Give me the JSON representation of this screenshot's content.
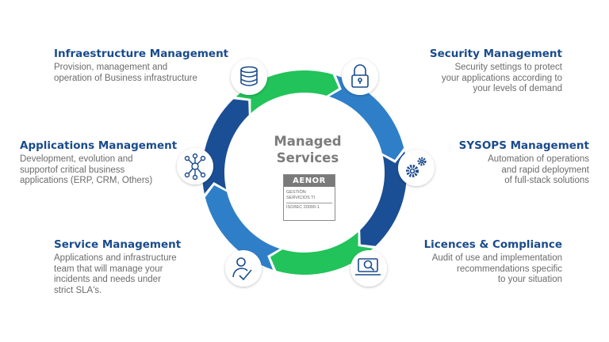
{
  "center": {
    "line1": "Managed",
    "line2": "Services"
  },
  "certification": {
    "brand": "AENOR",
    "line1": "GESTIÓN",
    "line2": "SERVICIOS TI",
    "line3": "ISO/IEC 20000-1"
  },
  "colors": {
    "title": "#1a4b8c",
    "green": "#22c35a",
    "blue": "#2f7fc8",
    "navy": "#1b4f95",
    "text": "#6b6b6b"
  },
  "services": [
    {
      "title": "Infraestructure Management",
      "desc": [
        "Provision, management and",
        "operation of Business infrastructure"
      ],
      "icon": "database-icon"
    },
    {
      "title": "Security Management",
      "desc": [
        "Security settings to protect",
        "your applications according to",
        "your levels of demand"
      ],
      "icon": "lock-icon"
    },
    {
      "title": "Applications Management",
      "desc": [
        "Development, evolution and",
        "supportof critical business",
        "applications (ERP, CRM, Others)"
      ],
      "icon": "network-nodes-icon"
    },
    {
      "title": "SYSOPS Management",
      "desc": [
        "Automation of operations",
        "and rapid deployment",
        "of full-stack solutions"
      ],
      "icon": "gears-icon"
    },
    {
      "title": "Service Management",
      "desc": [
        "Applications and infrastructure",
        "team that will manage your",
        "incidents and needs under",
        "strict SLA's."
      ],
      "icon": "person-check-icon"
    },
    {
      "title": "Licences & Compliance",
      "desc": [
        "Audit of use and implementation",
        "recommendations specific",
        "to your situation"
      ],
      "icon": "laptop-search-icon"
    }
  ]
}
